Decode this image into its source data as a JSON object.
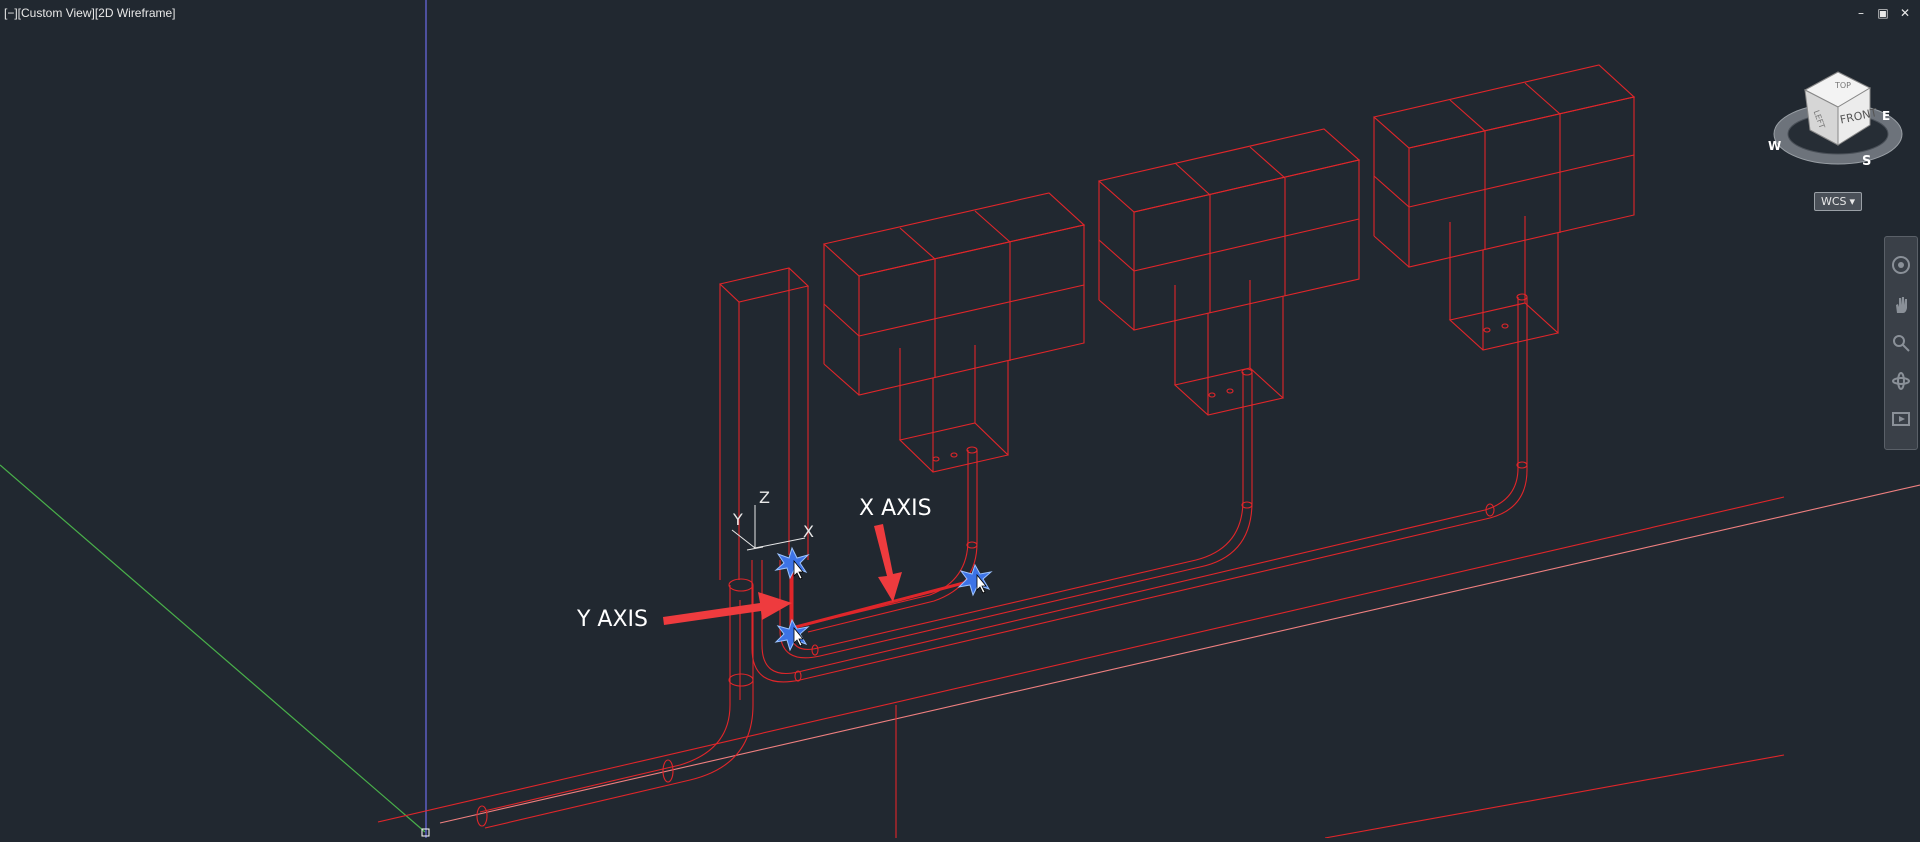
{
  "viewport": {
    "label": "[−][Custom View][2D Wireframe]"
  },
  "window_controls": {
    "minimize": "–",
    "restore": "▣",
    "close": "✕"
  },
  "annotations": {
    "x_axis": "X AXIS",
    "y_axis": "Y AXIS"
  },
  "ucs": {
    "x": "X",
    "y": "Y",
    "z": "Z"
  },
  "viewcube": {
    "top": "TOP",
    "front": "FRONT",
    "left": "LEFT",
    "east": "E",
    "west": "W",
    "south": "S"
  },
  "wcs": {
    "label": "WCS",
    "caret": "▾"
  },
  "colors": {
    "background": "#212830",
    "geometry": "#e0262a",
    "arrow": "#ee3b3e",
    "grip": "#3d73e6",
    "axis_green": "#49b04a",
    "axis_blue": "#6b6be6"
  },
  "navbar": {
    "icons": [
      "steering-wheel-icon",
      "pan-icon",
      "zoom-icon",
      "orbit-icon",
      "showmotion-icon"
    ]
  }
}
